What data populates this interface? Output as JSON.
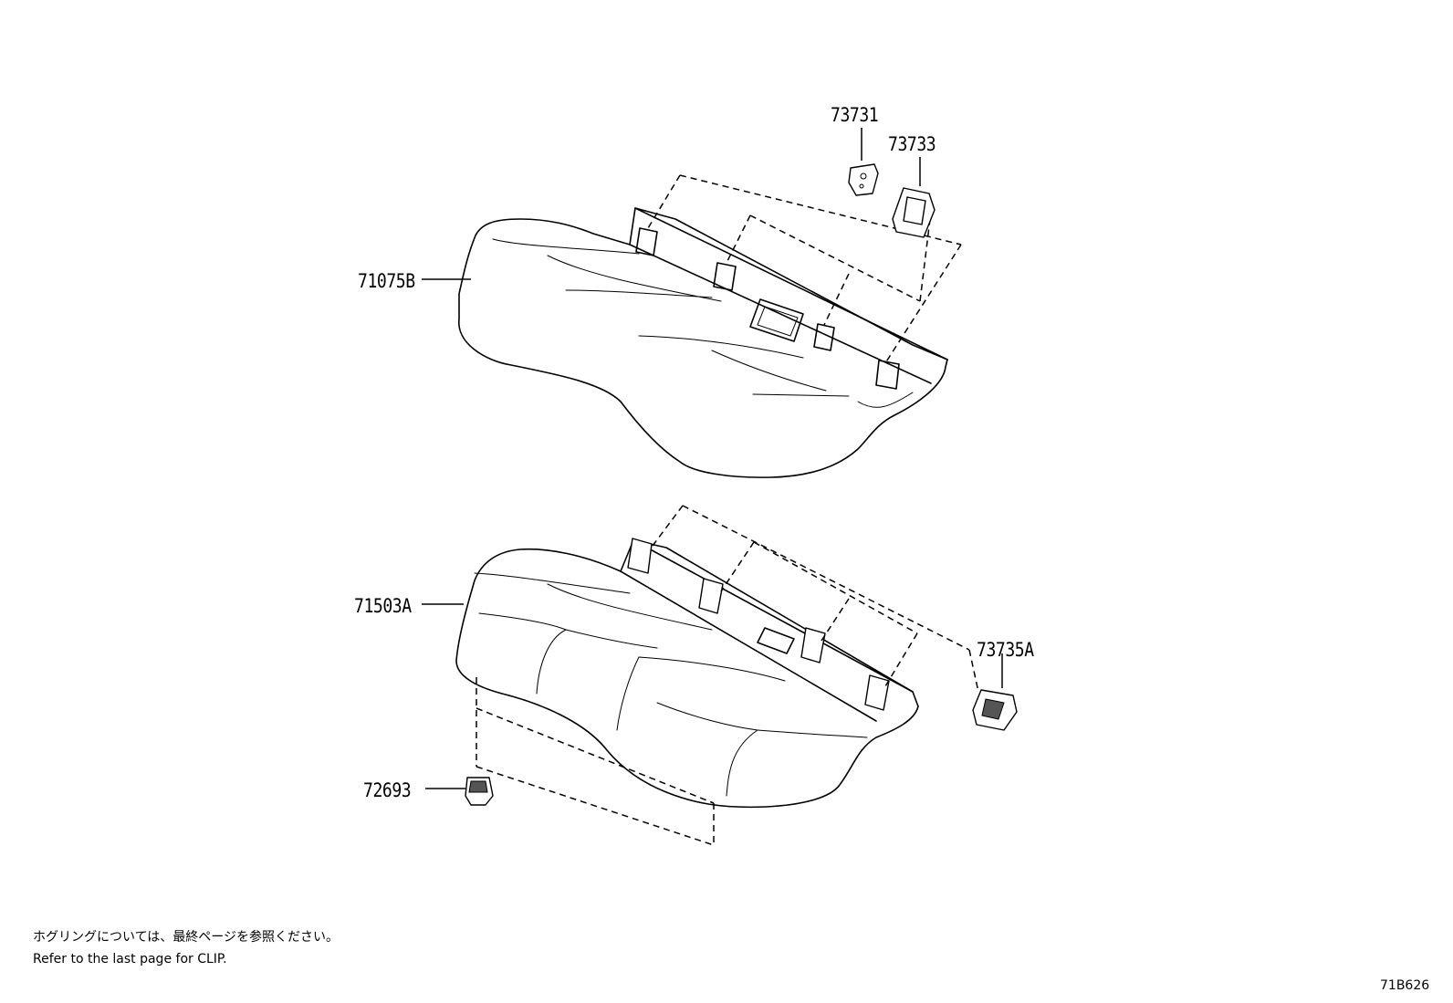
{
  "parts": {
    "p73731": "73731",
    "p73733": "73733",
    "p71075B": "71075B",
    "p71503A": "71503A",
    "p73735A": "73735A",
    "p72693": "72693"
  },
  "notes": {
    "japanese": "ホグリングについては、最終ページを参照ください。",
    "english": "Refer to the last page for CLIP."
  },
  "diagram_code": "71B626"
}
